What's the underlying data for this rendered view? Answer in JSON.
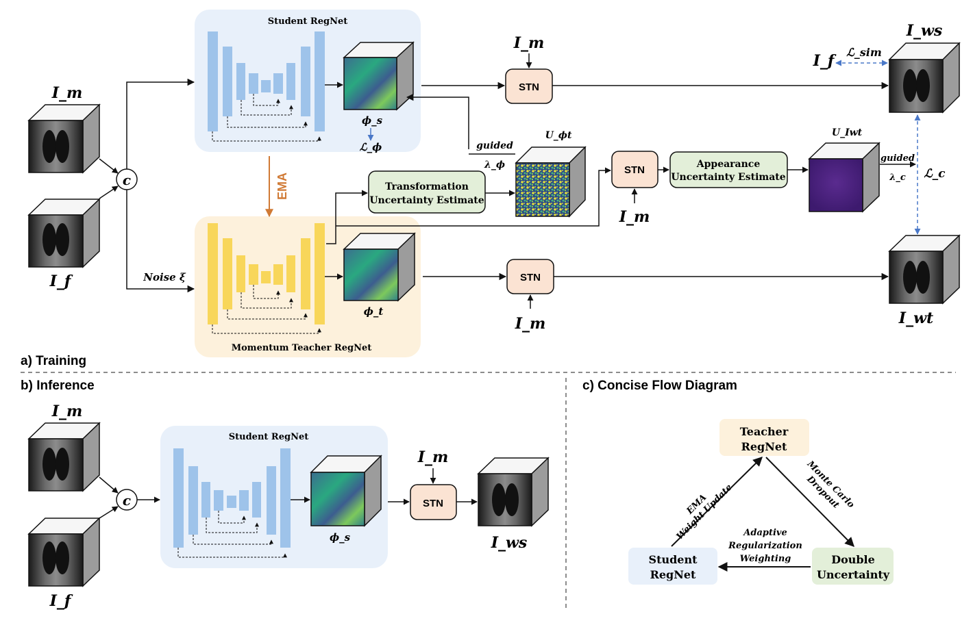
{
  "training": {
    "section_label": "a) Training",
    "student_title": "Student RegNet",
    "teacher_title": "Momentum Teacher RegNet",
    "ema_label": "EMA",
    "noise_label": "Noise ξ",
    "concat_label": "c",
    "moving_label": "I_m",
    "fixed_label": "I_f",
    "phi_s": "ϕ_s",
    "phi_t": "ϕ_t",
    "loss_phi": "ℒ_ϕ",
    "stn": "STN",
    "transform_ue": [
      "Transformation",
      "Uncertainty Estimate"
    ],
    "appearance_ue": [
      "Appearance",
      "Uncertainty Estimate"
    ],
    "u_phi_t": "U_ϕt",
    "u_iwt": "U_Iwt",
    "guided_1": "guided",
    "lambda_phi": "λ_ϕ",
    "guided_2": "guided",
    "lambda_c": "λ_c",
    "loss_c": "ℒ_c",
    "loss_sim": "ℒ_sim",
    "i_ws": "I_ws",
    "i_wt": "I_wt"
  },
  "inference": {
    "section_label": "b) Inference",
    "student_title": "Student RegNet",
    "moving_label": "I_m",
    "fixed_label": "I_f",
    "concat_label": "c",
    "phi_s": "ϕ_s",
    "stn": "STN",
    "i_ws": "I_ws"
  },
  "flow": {
    "section_label": "c) Concise Flow Diagram",
    "teacher": [
      "Teacher",
      "RegNet"
    ],
    "student": [
      "Student",
      "RegNet"
    ],
    "double": [
      "Double",
      "Uncertainty"
    ],
    "ema_edge": [
      "EMA",
      "Weight Update"
    ],
    "mc_edge": [
      "Monte Carlo",
      "Dropout"
    ],
    "arw_edge": [
      "Adaptive",
      "Regularization",
      "Weighting"
    ]
  },
  "colors": {
    "student_bg": "#e8f0fa",
    "student_block": "#9ec3ea",
    "teacher_bg": "#fdf1dc",
    "teacher_block": "#f8d65a",
    "stn_fill": "#fbe3d3",
    "green_fill": "#e3efd9",
    "ema_arrow": "#d07a35",
    "blue_dash": "#4a78c8"
  }
}
